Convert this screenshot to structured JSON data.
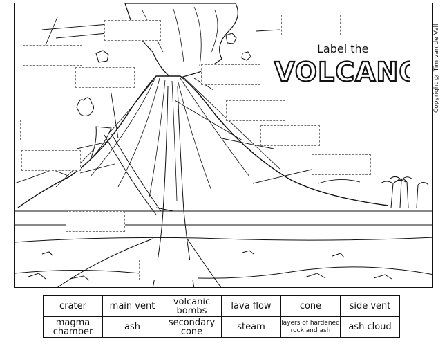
{
  "title": {
    "line1": "Label the",
    "line2": "VOLCANO"
  },
  "copyright": "Copyright © Tim van de Vall",
  "word_bank": [
    [
      "crater",
      "main vent",
      "volcanic bombs",
      "lava flow",
      "cone",
      "side vent"
    ],
    [
      "magma chamber",
      "ash",
      "secondary cone",
      "steam",
      "layers of hardened rock and ash",
      "ash cloud"
    ]
  ],
  "answer_boxes": 12
}
